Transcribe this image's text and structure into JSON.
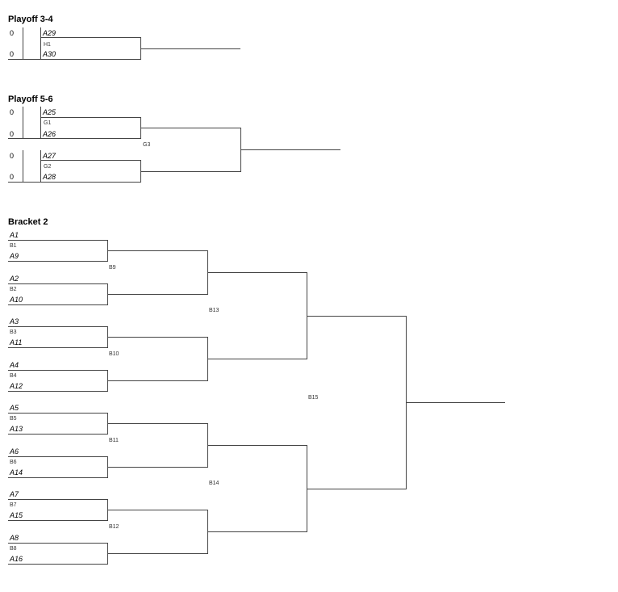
{
  "playoff34": {
    "title": "Playoff 3-4",
    "game": "H1",
    "teams": [
      {
        "score": "0",
        "name": "A29"
      },
      {
        "score": "0",
        "name": "A30"
      }
    ]
  },
  "playoff56": {
    "title": "Playoff 5-6",
    "games": [
      {
        "code": "G1",
        "teams": [
          {
            "score": "0",
            "name": "A25"
          },
          {
            "score": "0",
            "name": "A26"
          }
        ]
      },
      {
        "code": "G2",
        "teams": [
          {
            "score": "0",
            "name": "A27"
          },
          {
            "score": "0",
            "name": "A28"
          }
        ]
      }
    ],
    "final": "G3"
  },
  "bracket2": {
    "title": "Bracket 2",
    "round1": [
      {
        "top": "A1",
        "code": "B1",
        "bottom": "A9"
      },
      {
        "top": "A2",
        "code": "B2",
        "bottom": "A10"
      },
      {
        "top": "A3",
        "code": "B3",
        "bottom": "A11"
      },
      {
        "top": "A4",
        "code": "B4",
        "bottom": "A12"
      },
      {
        "top": "A5",
        "code": "B5",
        "bottom": "A13"
      },
      {
        "top": "A6",
        "code": "B6",
        "bottom": "A14"
      },
      {
        "top": "A7",
        "code": "B7",
        "bottom": "A15"
      },
      {
        "top": "A8",
        "code": "B8",
        "bottom": "A16"
      }
    ],
    "round2": [
      "B9",
      "B10",
      "B11",
      "B12"
    ],
    "round3": [
      "B13",
      "B14"
    ],
    "round4": [
      "B15"
    ]
  }
}
